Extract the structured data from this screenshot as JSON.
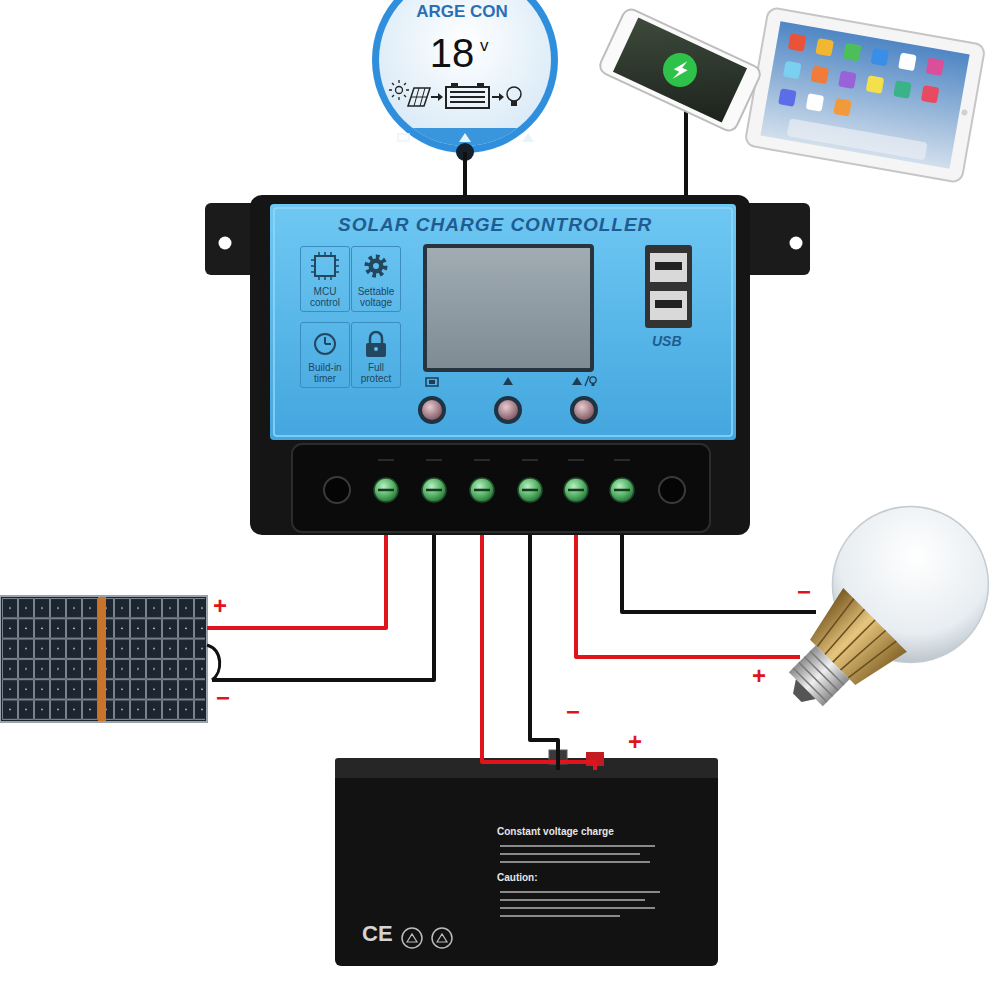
{
  "diagram": {
    "nodes": [
      {
        "text": [
          "ARGE CON",
          "18",
          "v"
        ]
      },
      {
        "text": [
          "SOLAR CHARGE CONTROLLER"
        ]
      },
      {
        "text": [
          "MCU control"
        ],
        "in": 1
      },
      {
        "text": [
          "Settable voltage"
        ],
        "in": 1
      },
      {
        "text": [
          "Build-in timer"
        ],
        "in": 1
      },
      {
        "text": [
          "Full protect"
        ],
        "in": 1
      },
      {
        "text": [
          "Constant voltage charge",
          "Caution:",
          "CE"
        ]
      }
    ],
    "edges": [
      {
        "from": 0,
        "to": 1,
        "arrow": "none"
      },
      {
        "from": 1,
        "to": 6,
        "arrow": "none"
      },
      {
        "from": 1,
        "to": 6,
        "arrow": "none"
      }
    ],
    "labels": [
      "USB",
      "+",
      "−",
      "−",
      "+",
      "−",
      "+"
    ]
  }
}
